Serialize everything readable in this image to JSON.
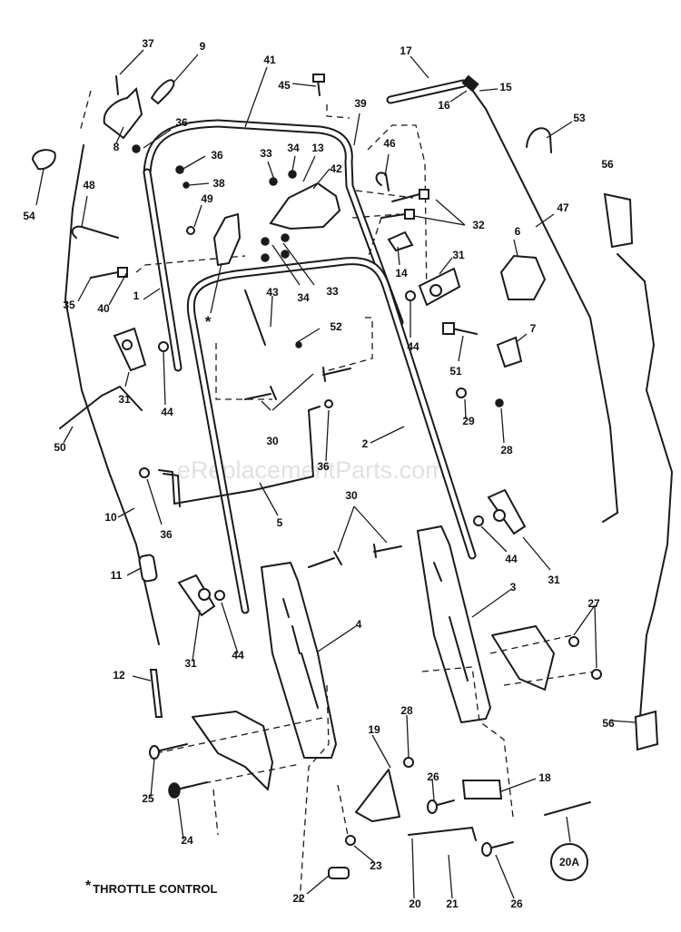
{
  "watermark": "eReplacementParts.com",
  "legend": {
    "symbol": "*",
    "text": "THROTTLE CONTROL"
  },
  "reference_badge": "20A",
  "callouts": [
    {
      "id": "37",
      "text": "37"
    },
    {
      "id": "9",
      "text": "9"
    },
    {
      "id": "41",
      "text": "41"
    },
    {
      "id": "45",
      "text": "45"
    },
    {
      "id": "17",
      "text": "17"
    },
    {
      "id": "16",
      "text": "16"
    },
    {
      "id": "15",
      "text": "15"
    },
    {
      "id": "53",
      "text": "53"
    },
    {
      "id": "36a",
      "text": "36"
    },
    {
      "id": "39",
      "text": "39"
    },
    {
      "id": "8",
      "text": "8"
    },
    {
      "id": "33a",
      "text": "33"
    },
    {
      "id": "34a",
      "text": "34"
    },
    {
      "id": "13",
      "text": "13"
    },
    {
      "id": "46",
      "text": "46"
    },
    {
      "id": "36b",
      "text": "36"
    },
    {
      "id": "42",
      "text": "42"
    },
    {
      "id": "38",
      "text": "38"
    },
    {
      "id": "54",
      "text": "54"
    },
    {
      "id": "48",
      "text": "48"
    },
    {
      "id": "49",
      "text": "49"
    },
    {
      "id": "32",
      "text": "32"
    },
    {
      "id": "47",
      "text": "47"
    },
    {
      "id": "56a",
      "text": "56"
    },
    {
      "id": "6",
      "text": "6"
    },
    {
      "id": "14",
      "text": "14"
    },
    {
      "id": "31a",
      "text": "31"
    },
    {
      "id": "35",
      "text": "35"
    },
    {
      "id": "40",
      "text": "40"
    },
    {
      "id": "1",
      "text": "1"
    },
    {
      "id": "34b",
      "text": "34"
    },
    {
      "id": "33b",
      "text": "33"
    },
    {
      "id": "43",
      "text": "43"
    },
    {
      "id": "star",
      "text": "*"
    },
    {
      "id": "52",
      "text": "52"
    },
    {
      "id": "44a",
      "text": "44"
    },
    {
      "id": "7",
      "text": "7"
    },
    {
      "id": "51",
      "text": "51"
    },
    {
      "id": "31b",
      "text": "31"
    },
    {
      "id": "44b",
      "text": "44"
    },
    {
      "id": "29",
      "text": "29"
    },
    {
      "id": "28a",
      "text": "28"
    },
    {
      "id": "30a",
      "text": "30"
    },
    {
      "id": "50",
      "text": "50"
    },
    {
      "id": "2",
      "text": "2"
    },
    {
      "id": "36c",
      "text": "36"
    },
    {
      "id": "36d",
      "text": "36"
    },
    {
      "id": "10",
      "text": "10"
    },
    {
      "id": "5",
      "text": "5"
    },
    {
      "id": "30b",
      "text": "30"
    },
    {
      "id": "44c",
      "text": "44"
    },
    {
      "id": "31c",
      "text": "31"
    },
    {
      "id": "11",
      "text": "11"
    },
    {
      "id": "3",
      "text": "3"
    },
    {
      "id": "4",
      "text": "4"
    },
    {
      "id": "27",
      "text": "27"
    },
    {
      "id": "31d",
      "text": "31"
    },
    {
      "id": "44d",
      "text": "44"
    },
    {
      "id": "12",
      "text": "12"
    },
    {
      "id": "28b",
      "text": "28"
    },
    {
      "id": "56b",
      "text": "56"
    },
    {
      "id": "19",
      "text": "19"
    },
    {
      "id": "25",
      "text": "25"
    },
    {
      "id": "26a",
      "text": "26"
    },
    {
      "id": "18",
      "text": "18"
    },
    {
      "id": "24",
      "text": "24"
    },
    {
      "id": "22",
      "text": "22"
    },
    {
      "id": "23",
      "text": "23"
    },
    {
      "id": "20",
      "text": "20"
    },
    {
      "id": "21",
      "text": "21"
    },
    {
      "id": "26b",
      "text": "26"
    }
  ]
}
